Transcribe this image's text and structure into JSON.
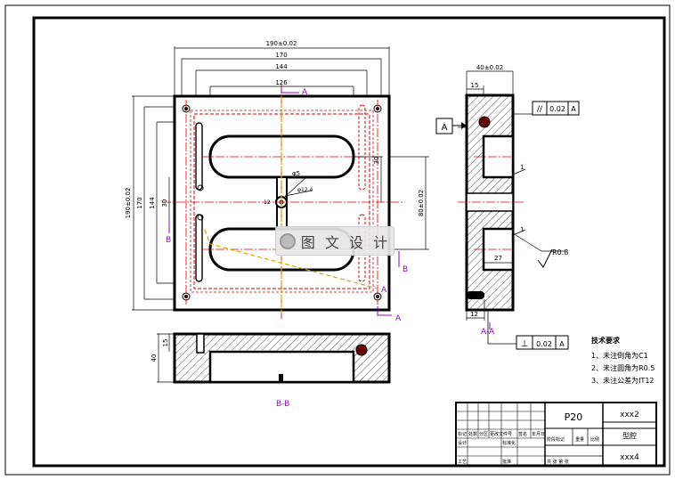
{
  "dims": {
    "overall_width_top": "190±0.02",
    "w170": "170",
    "w144": "144",
    "w126": "126",
    "overall_height_left": "190±0.02",
    "h170": "170",
    "h144": "144",
    "h30": "30",
    "h80": "80",
    "h30b": "30",
    "d_phi5": "φ5",
    "d_phi12": "φ12.4",
    "w12": "12",
    "r80": "80±0.02",
    "side_w": "40±0.02",
    "side_15": "15",
    "side_1a": "1",
    "side_1b": "1",
    "side_27": "27",
    "side_12": "12",
    "bb_15": "15",
    "bb_40": "40"
  },
  "section_labels": {
    "a_top": "A",
    "a_bottom": "A",
    "a_right": "A",
    "b_left": "B",
    "b_right": "B",
    "aa": "A-A",
    "bb": "B-B"
  },
  "tolerance": {
    "parallel_symbol": "//",
    "parallel_value": "0.02",
    "parallel_datum": "A",
    "perp_symbol": "⊥",
    "perp_value": "0.02",
    "perp_datum": "A",
    "datum_letter": "A",
    "roughness": "R0.8"
  },
  "notes": {
    "title": "技术要求",
    "items": [
      "1、未注倒角为C1",
      "2、未注圆角为R0.5",
      "3、未注公差为IT12"
    ]
  },
  "title_block": {
    "part_name": "P20",
    "drawing_no": "xxx2",
    "type": "型腔",
    "code": "xxx4",
    "headers": [
      "标记",
      "处数",
      "分区",
      "更改文件号",
      "签名",
      "年月日"
    ],
    "row2": [
      "设计",
      "",
      "标准化",
      ""
    ],
    "stage_label": "阶段标记",
    "weight_label": "重量",
    "scale_label": "比例",
    "sheet": "共 张 第 张",
    "process": "工艺",
    "approve": "批准"
  },
  "watermark": {
    "text": "图 文 设 计"
  }
}
